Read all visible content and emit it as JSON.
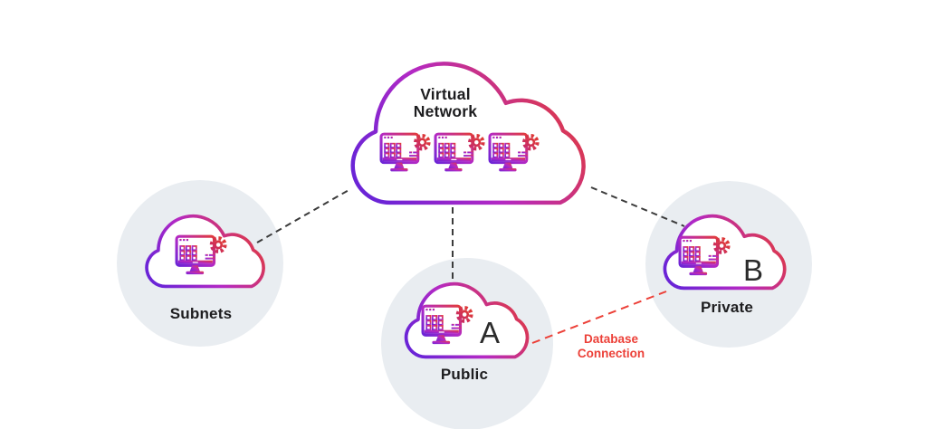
{
  "diagram": {
    "virtual_network": {
      "label": "Virtual\nNetwork",
      "icon": "monitor-gear-icon",
      "server_count": 3
    },
    "subnets": {
      "label": "Subnets",
      "icon": "monitor-gear-icon"
    },
    "public": {
      "label": "Public",
      "letter": "A",
      "icon": "monitor-gear-icon"
    },
    "private": {
      "label": "Private",
      "letter": "B",
      "icon": "monitor-gear-icon"
    },
    "database_connection": {
      "label": "Database\nConnection"
    }
  },
  "colors": {
    "grad_start": "#6B24D6",
    "grad_mid": "#B429C4",
    "grad_end": "#E23B3A",
    "gear_start": "#C62A68",
    "gear_end": "#E13B31",
    "connector_dark": "#3B3B3B",
    "connector_red": "#EC4038",
    "circle_bg": "#E9EDF1",
    "label_text": "#1D1D1F"
  }
}
